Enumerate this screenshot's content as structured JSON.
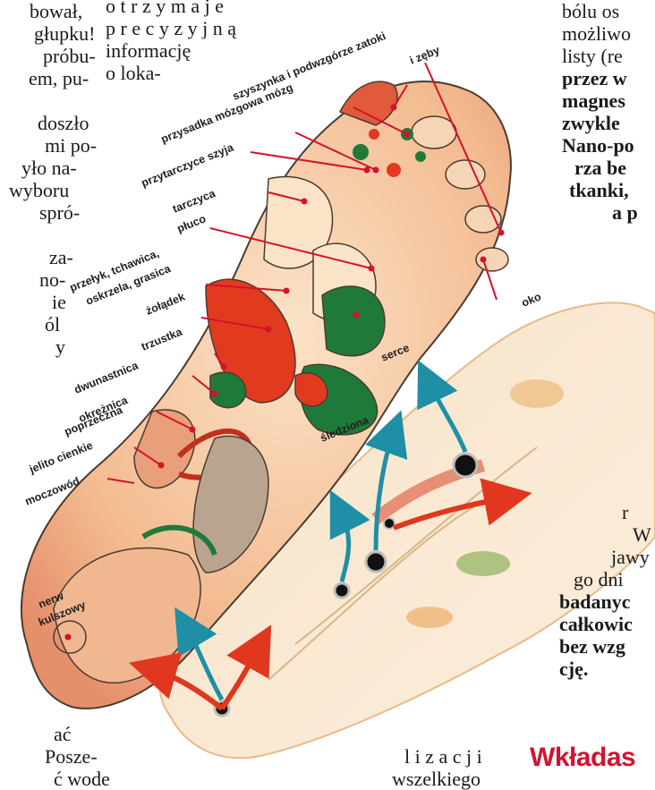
{
  "left_column": {
    "lines": [
      "bował,",
      "głupku!",
      "próbu-",
      "em, pu-",
      "",
      "doszło",
      "mi po-",
      "yło na-",
      "wyboru",
      "spró-",
      "",
      "za-",
      "no-",
      "ie",
      "ól",
      "y"
    ],
    "bottom_lines": [
      "ać",
      "Posze-",
      "ć wode"
    ]
  },
  "middle_column_top": {
    "lines": [
      "o t r z y m a j e",
      "p r e c y z y j n ą",
      "informację",
      "o loka-"
    ]
  },
  "middle_column_bottom": {
    "lines": [
      "l i z a c j i",
      "wszelkiego"
    ]
  },
  "right_column_top": {
    "lines": [
      {
        "text": "bólu os",
        "bold": false
      },
      {
        "text": "możliwo",
        "bold": false
      },
      {
        "text": "listy (re",
        "bold": false
      },
      {
        "text": "przez w",
        "bold": true
      },
      {
        "text": "magnes",
        "bold": true
      },
      {
        "text": "zwykle",
        "bold": true
      },
      {
        "text": "Nano-po",
        "bold": true
      },
      {
        "text": "rza be",
        "bold": true
      },
      {
        "text": "tkanki,",
        "bold": true
      },
      {
        "text": "a p",
        "bold": true
      }
    ]
  },
  "right_column_bottom": {
    "lines": [
      {
        "text": "r",
        "bold": false
      },
      {
        "text": "W",
        "bold": false
      },
      {
        "text": "jawy",
        "bold": false
      },
      {
        "text": "go dni",
        "bold": false
      },
      {
        "text": "badanyc",
        "bold": true
      },
      {
        "text": "całkowic",
        "bold": true
      },
      {
        "text": "bez wzg",
        "bold": true
      },
      {
        "text": "cję.",
        "bold": true
      }
    ]
  },
  "headline": "Wkładas",
  "figure": {
    "labels": {
      "zatoki": "szyszynka i podwzgórze zatoki",
      "zeby": "i zęby",
      "przysadka": "przysadka mózgowa  mózg",
      "przytarczyce": "przytarczyce   szyja",
      "tarczyca": "tarczyca",
      "pluco": "płuco",
      "przelyk1": "przełyk, tchawica,",
      "przelyk2": "oskrzela, grasica",
      "zoladek": "żołądek",
      "trzustka": "trzustka",
      "dwunastnica": "dwunastnica",
      "okreznica1": "okrężnica",
      "okreznica2": "poprzeczna",
      "jelito": "jelito cienkie",
      "moczowod": "moczowód",
      "serce": "serce",
      "sledziona": "śledziona",
      "oko": "oko",
      "nerw1": "nerw",
      "nerw2": "kulszowy"
    },
    "colors": {
      "skin": "#f3c4a0",
      "organ_red": "#e23a1f",
      "organ_green": "#1f7a3a",
      "line_red": "#d4122b",
      "arrow_blue": "#1f8fa6",
      "insole": "#f7e3c8"
    }
  }
}
